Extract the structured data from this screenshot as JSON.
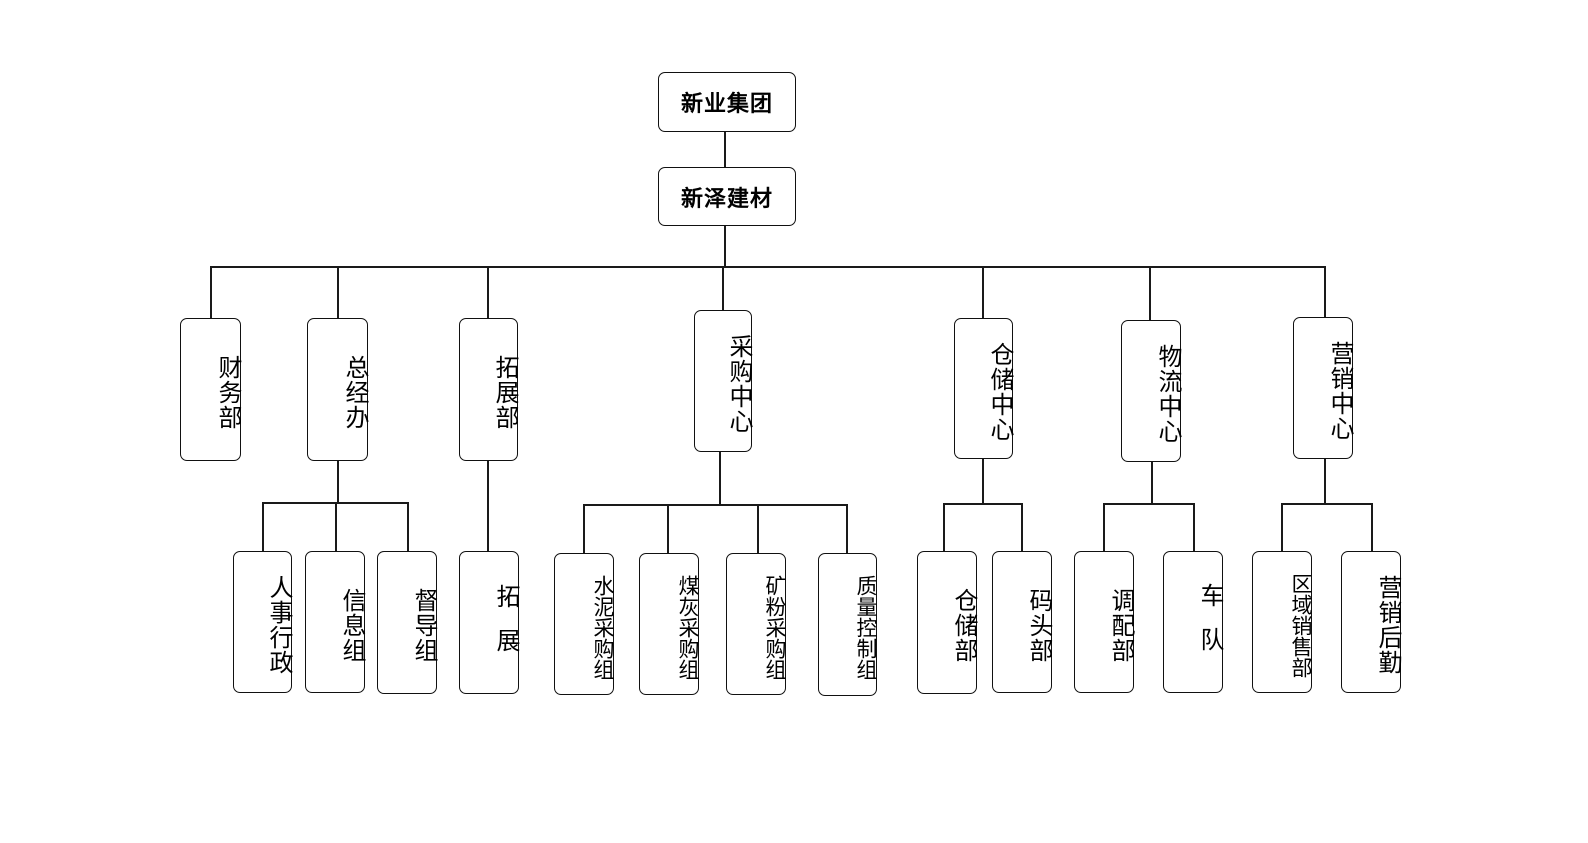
{
  "org": {
    "root": "新业集团",
    "company": "新泽建材",
    "departments": [
      {
        "name": "财务部"
      },
      {
        "name": "总经办",
        "children": [
          "人事行政",
          "信息组",
          "督导组"
        ]
      },
      {
        "name": "拓展部",
        "children": [
          "拓展"
        ]
      },
      {
        "name": "采购中心",
        "children": [
          "水泥采购组",
          "煤灰采购组",
          "矿粉采购组",
          "质量控制组"
        ]
      },
      {
        "name": "仓储中心",
        "children": [
          "仓储部",
          "码头部"
        ]
      },
      {
        "name": "物流中心",
        "children": [
          "调配部",
          "车队"
        ]
      },
      {
        "name": "营销中心",
        "children": [
          "区域销售部",
          "营销后勤"
        ]
      }
    ]
  }
}
